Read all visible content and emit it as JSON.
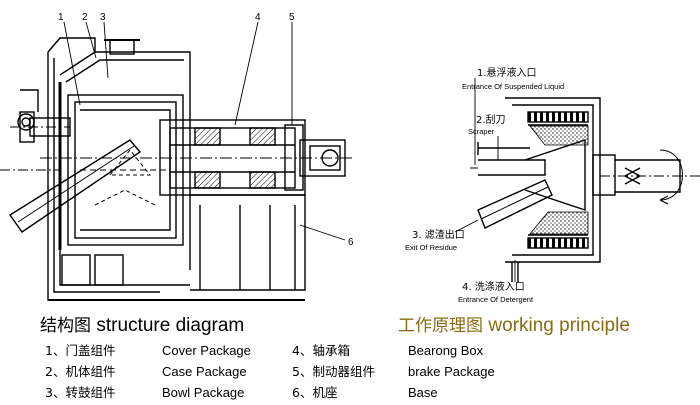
{
  "structure_title_cn": "结构图",
  "structure_title_en": "structure diagram",
  "working_title_cn": "工作原理图",
  "working_title_en": "working principle",
  "callouts_left": [
    "1",
    "2",
    "3",
    "4",
    "5",
    "6"
  ],
  "working_labels": {
    "label1_cn": "1.悬浮液入口",
    "label1_en": "Entrance Of Suspended Liquid",
    "label2_cn": "2.刮刀",
    "label2_en": "Scraper",
    "label3_cn": "3. 滤渣出口",
    "label3_en": "Exit Of Residue",
    "label4_cn": "4. 洗涤液入口",
    "label4_en": "Entrance Of Detergent"
  },
  "legend": [
    {
      "cn": "1、门盖组件",
      "en": "Cover Package"
    },
    {
      "cn": "2、机体组件",
      "en": "Case Package"
    },
    {
      "cn": "3、转鼓组件",
      "en": "Bowl Package"
    },
    {
      "cn": "4、轴承箱",
      "en": "Bearong Box"
    },
    {
      "cn": "5、制动器组件",
      "en": "brake Package"
    },
    {
      "cn": "6、机座",
      "en": "Base"
    }
  ],
  "colors": {
    "title_right": "#8a6a12",
    "ink": "#000000"
  }
}
